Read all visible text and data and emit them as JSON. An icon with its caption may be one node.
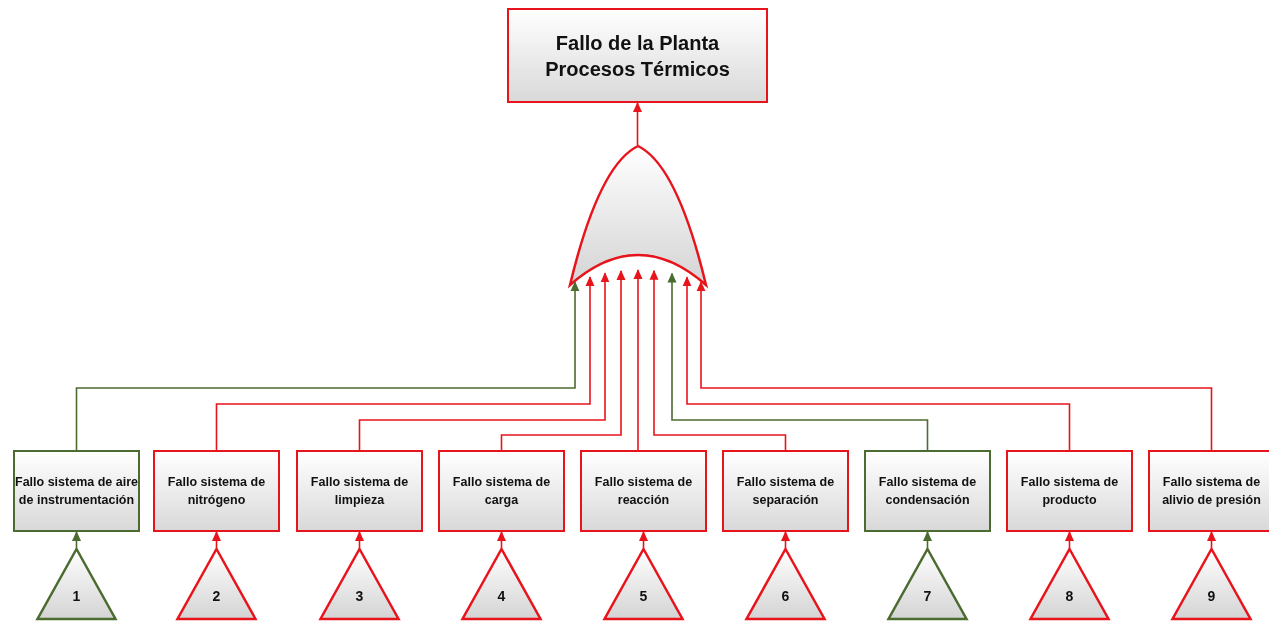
{
  "diagram": {
    "nodes": [
      {
        "text": [
          "Fallo de la Planta Procesos Térmicos"
        ]
      },
      {
        "text": [],
        "shape": "gate"
      },
      {
        "text": [
          "Fallo sistema de aire de instrumentación"
        ]
      },
      {
        "text": [
          "Fallo sistema de nitrógeno"
        ]
      },
      {
        "text": [
          "Fallo sistema de limpieza"
        ]
      },
      {
        "text": [
          "Fallo sistema de carga"
        ]
      },
      {
        "text": [
          "Fallo sistema de reacción"
        ]
      },
      {
        "text": [
          "Fallo sistema de separación"
        ]
      },
      {
        "text": [
          "Fallo sistema de condensación"
        ]
      },
      {
        "text": [
          "Fallo sistema de producto"
        ]
      },
      {
        "text": [
          "Fallo sistema de alivio de presión"
        ]
      },
      {
        "text": [
          "1"
        ]
      },
      {
        "text": [
          "2"
        ]
      },
      {
        "text": [
          "3"
        ]
      },
      {
        "text": [
          "4"
        ]
      },
      {
        "text": [
          "5"
        ]
      },
      {
        "text": [
          "6"
        ]
      },
      {
        "text": [
          "7"
        ]
      },
      {
        "text": [
          "8"
        ]
      },
      {
        "text": [
          "9"
        ]
      }
    ],
    "edges": [
      {
        "from": 1,
        "to": 0,
        "arrow": "to"
      },
      {
        "from": 2,
        "to": 1,
        "arrow": "to",
        "color": "#4b6b2f"
      },
      {
        "from": 3,
        "to": 1,
        "arrow": "to"
      },
      {
        "from": 4,
        "to": 1,
        "arrow": "to"
      },
      {
        "from": 5,
        "to": 1,
        "arrow": "to"
      },
      {
        "from": 6,
        "to": 1,
        "arrow": "to"
      },
      {
        "from": 7,
        "to": 1,
        "arrow": "to"
      },
      {
        "from": 8,
        "to": 1,
        "arrow": "to",
        "color": "#4b6b2f"
      },
      {
        "from": 9,
        "to": 1,
        "arrow": "to"
      },
      {
        "from": 10,
        "to": 1,
        "arrow": "to"
      },
      {
        "from": 11,
        "to": 2,
        "arrow": "to",
        "color": "#4b6b2f"
      },
      {
        "from": 12,
        "to": 3,
        "arrow": "to"
      },
      {
        "from": 13,
        "to": 4,
        "arrow": "to"
      },
      {
        "from": 14,
        "to": 5,
        "arrow": "to"
      },
      {
        "from": 15,
        "to": 6,
        "arrow": "to"
      },
      {
        "from": 16,
        "to": 7,
        "arrow": "to"
      },
      {
        "from": 17,
        "to": 8,
        "arrow": "to",
        "color": "#4b6b2f"
      },
      {
        "from": 18,
        "to": 9,
        "arrow": "to"
      },
      {
        "from": 19,
        "to": 10,
        "arrow": "to"
      }
    ]
  }
}
